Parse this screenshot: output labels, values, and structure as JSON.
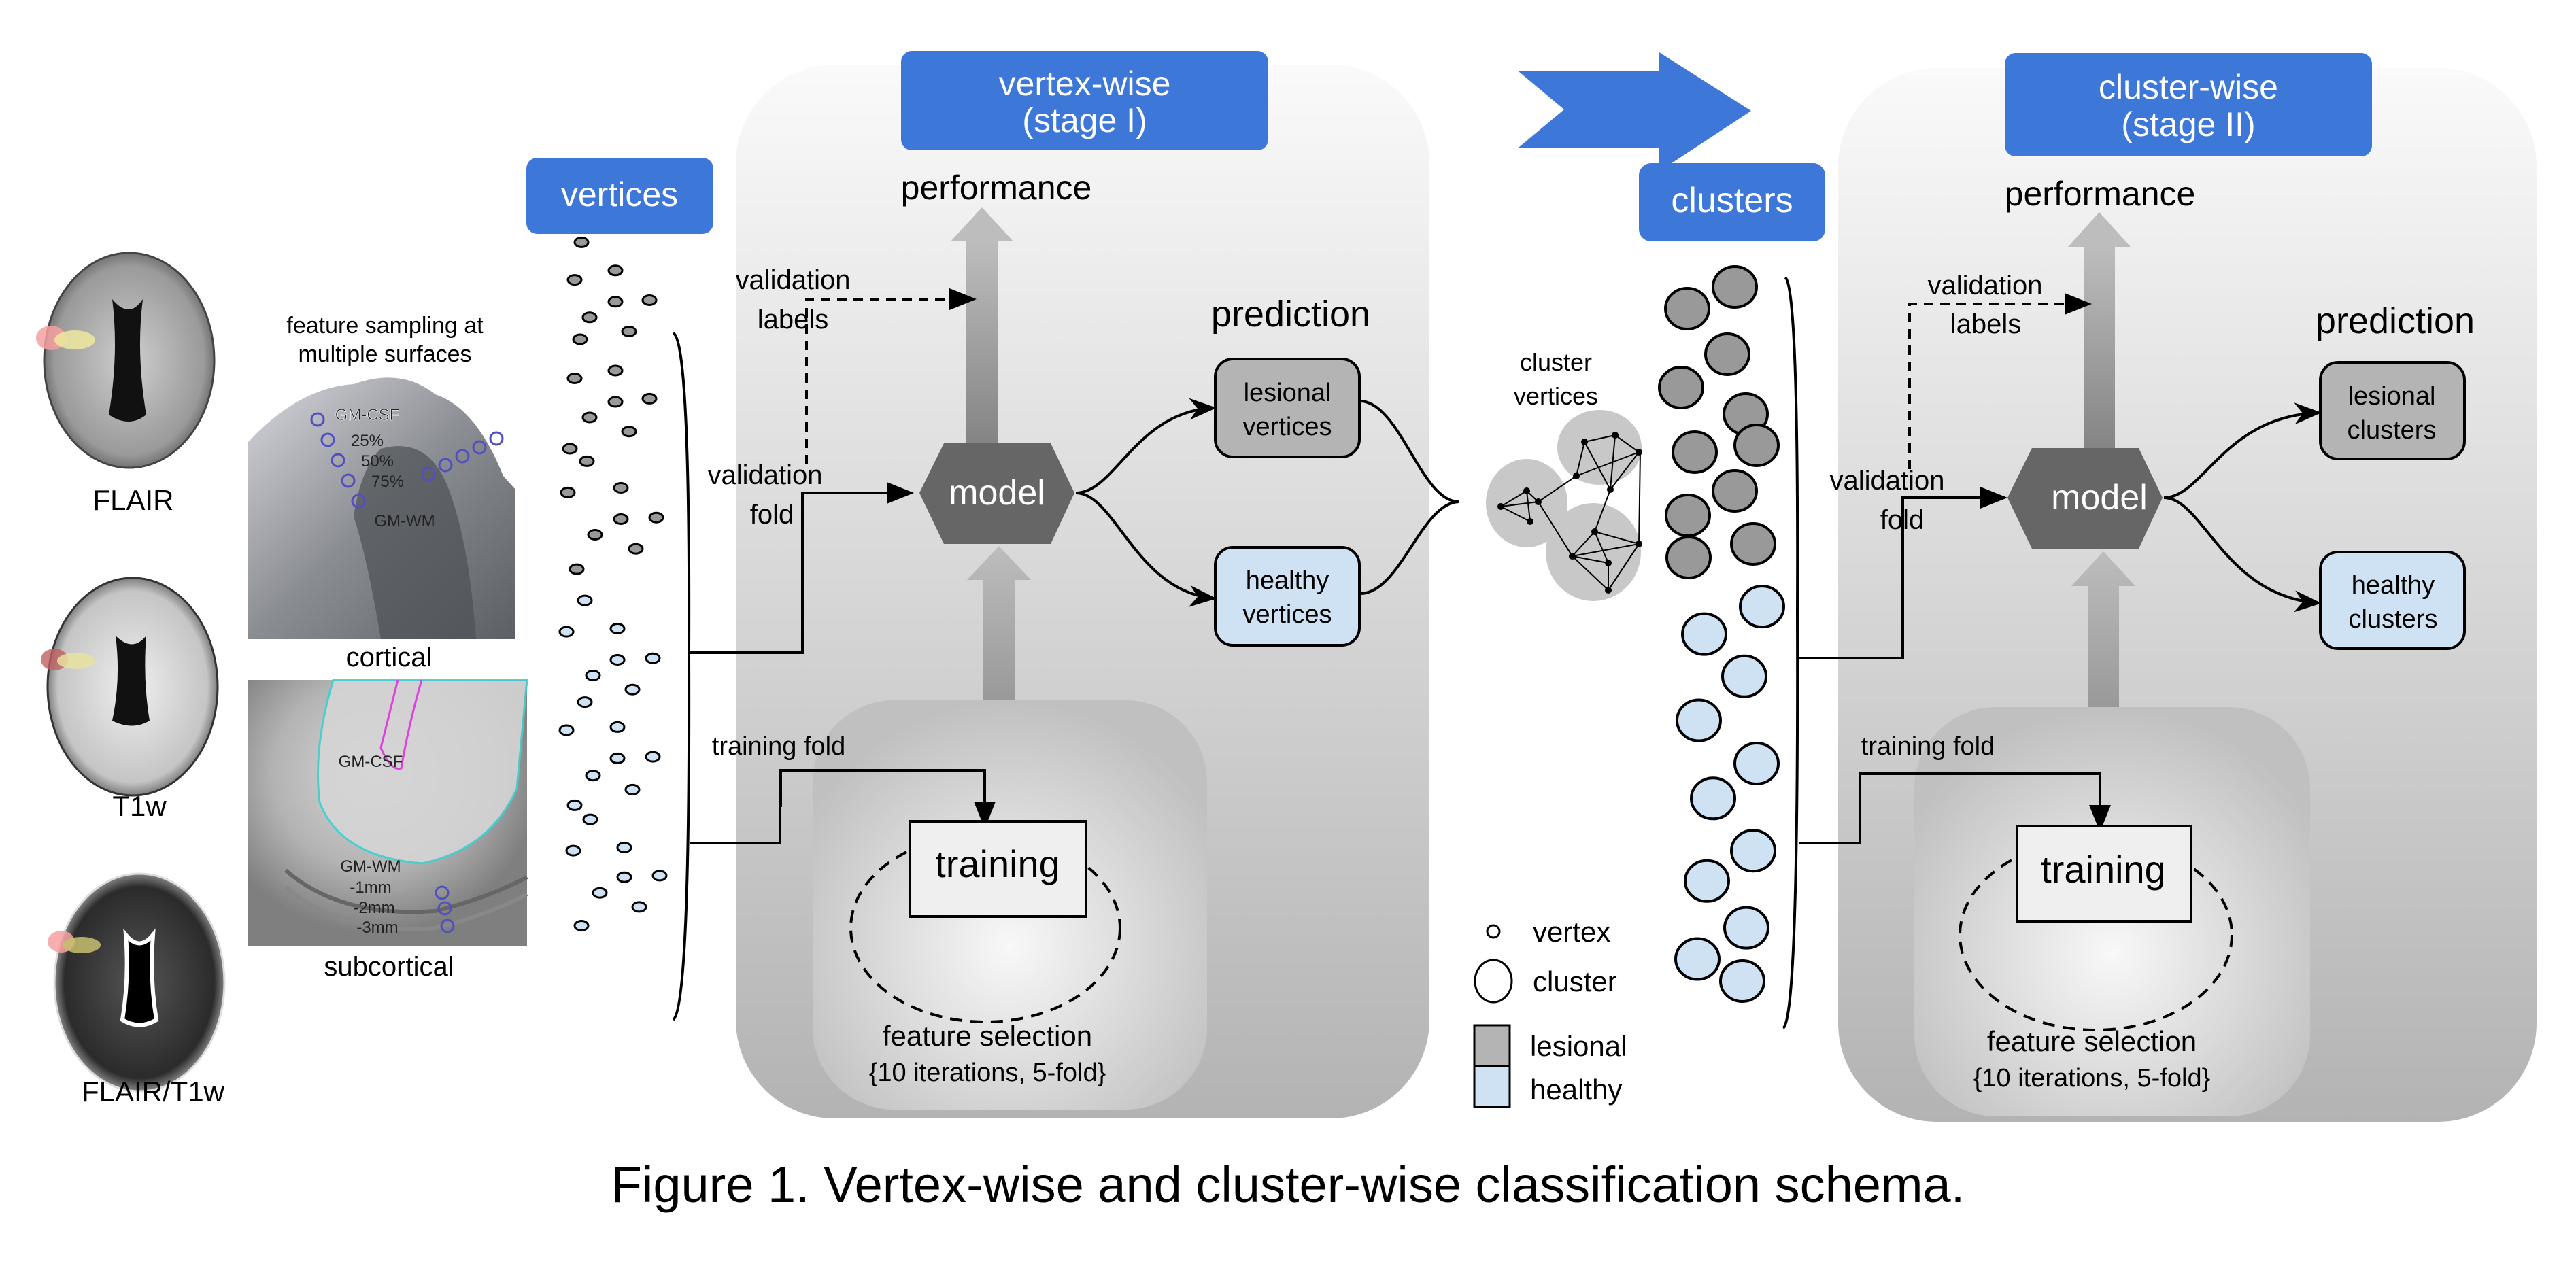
{
  "figure": {
    "caption": "Figure 1. Vertex-wise and cluster-wise classification schema.",
    "colors": {
      "blue_label": "#3d78d8",
      "lesional": "#b4b4b4",
      "healthy": "#cfe2f3",
      "model": "#666666",
      "vertex_dot_lesional": "#999999"
    }
  },
  "inputs": {
    "modalities": [
      "FLAIR",
      "T1w",
      "FLAIR/T1w"
    ],
    "sampling_title": [
      "feature sampling at",
      "multiple surfaces"
    ],
    "cortical": {
      "label": "cortical",
      "surfaces": [
        "GM-CSF",
        "25%",
        "50%",
        "75%",
        "GM-WM"
      ]
    },
    "subcortical": {
      "label": "subcortical",
      "surfaces": [
        "GM-CSF",
        "GM-WM",
        "-1mm",
        "-2mm",
        "-3mm"
      ]
    }
  },
  "vertices_label": "vertices",
  "clusters_label": "clusters",
  "stage1": {
    "title": [
      "vertex-wise",
      "(stage I)"
    ],
    "performance": "performance",
    "validation_labels": [
      "validation",
      "labels"
    ],
    "validation_fold": [
      "validation",
      "fold"
    ],
    "model": "model",
    "prediction": "prediction",
    "lesional_box": [
      "lesional",
      "vertices"
    ],
    "healthy_box": [
      "healthy",
      "vertices"
    ],
    "training_fold": "training fold",
    "training": "training",
    "feature_selection": [
      "feature selection",
      "{10 iterations, 5-fold}"
    ]
  },
  "stage2": {
    "title": [
      "cluster-wise",
      "(stage II)"
    ],
    "performance": "performance",
    "validation_labels": [
      "validation",
      "labels"
    ],
    "validation_fold": [
      "validation",
      "fold"
    ],
    "model": "model",
    "prediction": "prediction",
    "lesional_box": [
      "lesional",
      "clusters"
    ],
    "healthy_box": [
      "healthy",
      "clusters"
    ],
    "training_fold": "training fold",
    "training": "training",
    "feature_selection": [
      "feature selection",
      "{10 iterations, 5-fold}"
    ]
  },
  "cluster_vertices_label": [
    "cluster",
    "vertices"
  ],
  "legend": {
    "items": [
      "vertex",
      "cluster",
      "lesional",
      "healthy"
    ]
  }
}
